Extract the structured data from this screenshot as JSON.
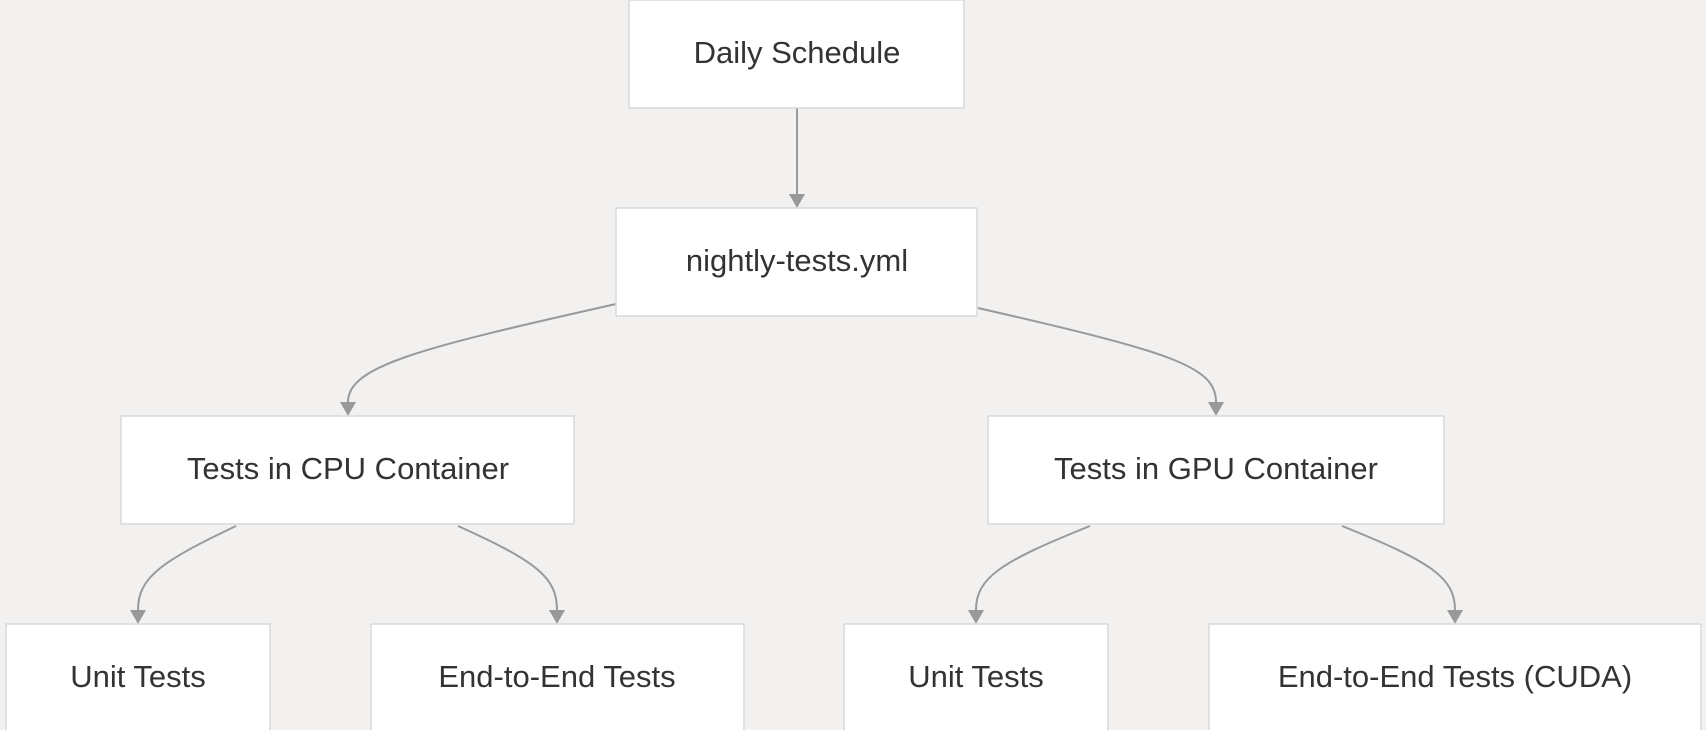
{
  "diagram": {
    "nodes": {
      "daily_schedule": "Daily Schedule",
      "nightly_tests": "nightly-tests.yml",
      "cpu_container": "Tests in CPU Container",
      "gpu_container": "Tests in GPU Container",
      "cpu_unit_tests": "Unit Tests",
      "cpu_e2e_tests": "End-to-End Tests",
      "gpu_unit_tests": "Unit Tests",
      "gpu_e2e_tests": "End-to-End Tests (CUDA)"
    },
    "edges": [
      {
        "from": "daily_schedule",
        "to": "nightly_tests"
      },
      {
        "from": "nightly_tests",
        "to": "cpu_container"
      },
      {
        "from": "nightly_tests",
        "to": "gpu_container"
      },
      {
        "from": "cpu_container",
        "to": "cpu_unit_tests"
      },
      {
        "from": "cpu_container",
        "to": "cpu_e2e_tests"
      },
      {
        "from": "gpu_container",
        "to": "gpu_unit_tests"
      },
      {
        "from": "gpu_container",
        "to": "gpu_e2e_tests"
      }
    ],
    "colors": {
      "background": "#f2f1f0",
      "node_fill": "#ffffff",
      "node_border": "#d9d9d9",
      "edge": "#999999",
      "text": "#333333"
    }
  }
}
